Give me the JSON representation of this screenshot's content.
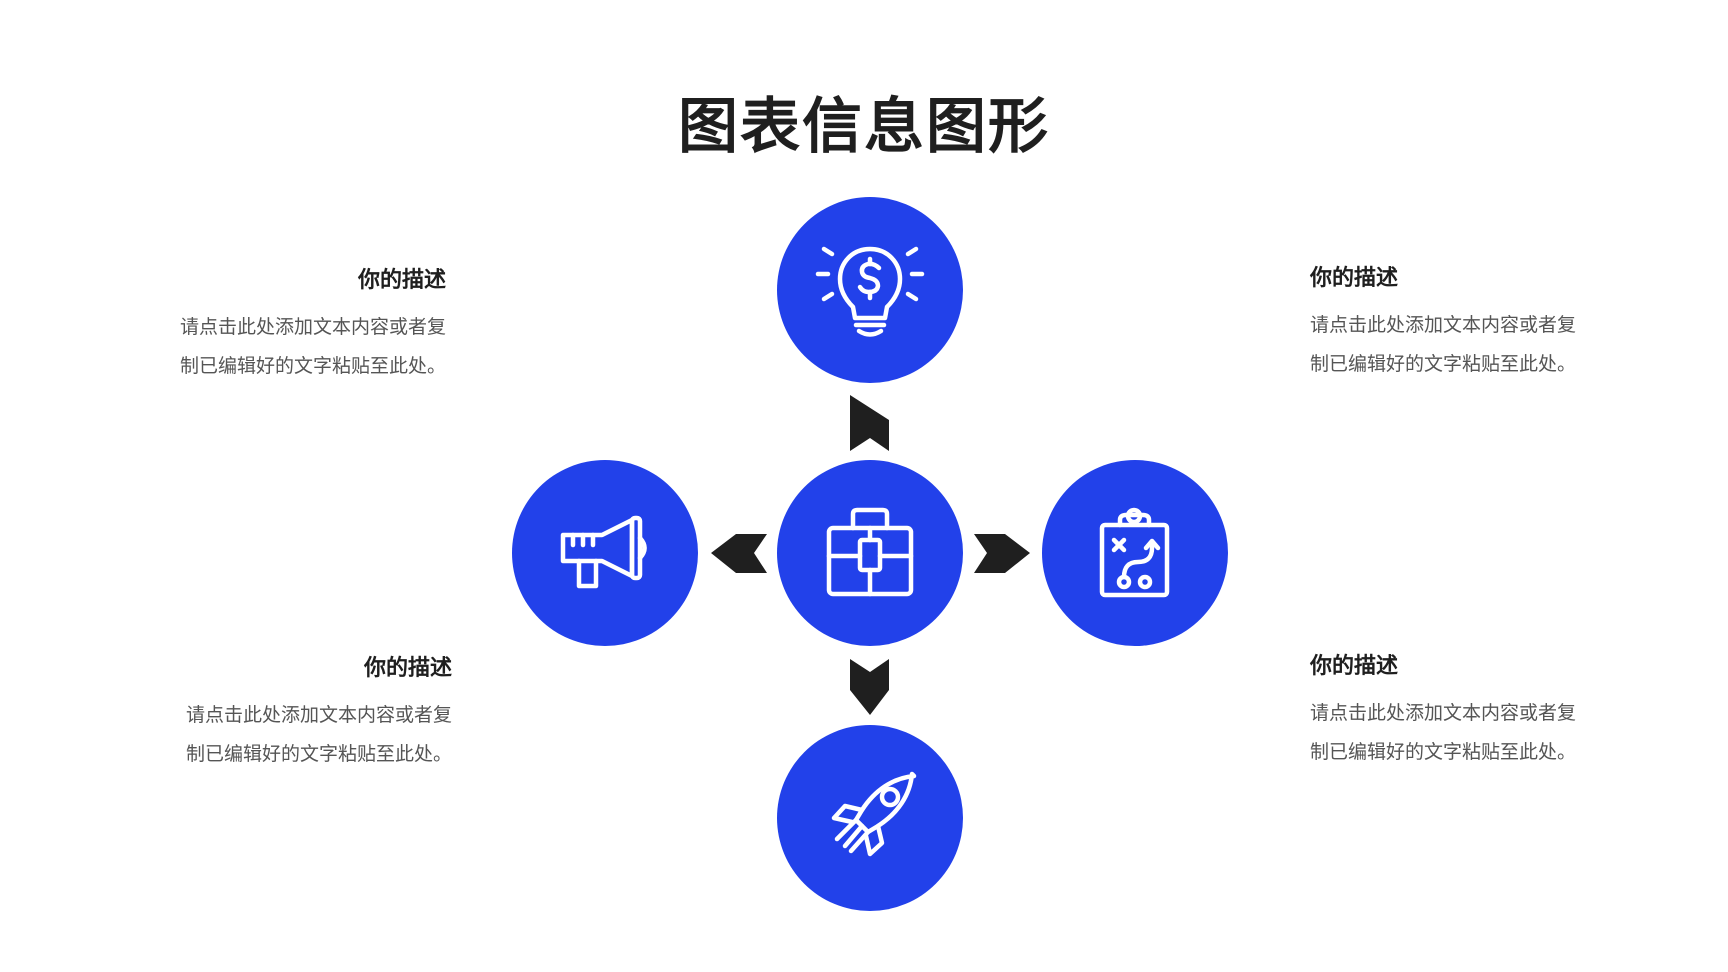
{
  "title": "图表信息图形",
  "colors": {
    "circle": "#2241ea",
    "arrow": "#1f1f1f",
    "icon": "#ffffff"
  },
  "nodes": {
    "center": {
      "icon": "briefcase-icon"
    },
    "top": {
      "icon": "lightbulb-dollar-icon"
    },
    "left": {
      "icon": "megaphone-icon"
    },
    "right": {
      "icon": "strategy-clipboard-icon"
    },
    "bottom": {
      "icon": "rocket-icon"
    }
  },
  "descriptions": {
    "top_left": {
      "heading": "你的描述",
      "line1": "请点击此处添加文本内容或者复",
      "line2": "制已编辑好的文字粘贴至此处。"
    },
    "top_right": {
      "heading": "你的描述",
      "line1": "请点击此处添加文本内容或者复",
      "line2": "制已编辑好的文字粘贴至此处。"
    },
    "bottom_left": {
      "heading": "你的描述",
      "line1": "请点击此处添加文本内容或者复",
      "line2": "制已编辑好的文字粘贴至此处。"
    },
    "bottom_right": {
      "heading": "你的描述",
      "line1": "请点击此处添加文本内容或者复",
      "line2": "制已编辑好的文字粘贴至此处。"
    }
  }
}
